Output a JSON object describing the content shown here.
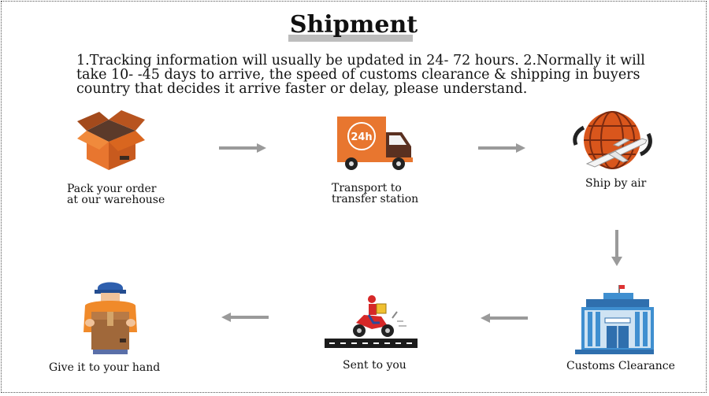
{
  "title": "Shipment",
  "intro": "1.Tracking information will usually be updated in 24- 72 hours. 2.Normally it will take 10- -45 days to arrive, the speed of customs clearance & shipping in buyers country that decides it arrive faster or delay, please understand.",
  "steps": [
    {
      "icon": "open-box-icon",
      "label": "Pack your order at our warehouse"
    },
    {
      "icon": "delivery-truck-icon",
      "badge": "24h",
      "label": "Transport to transfer station"
    },
    {
      "icon": "globe-plane-icon",
      "label": "Ship by air"
    },
    {
      "icon": "customs-building-icon",
      "label": "Customs Clearance"
    },
    {
      "icon": "scooter-courier-icon",
      "label": "Sent to you"
    },
    {
      "icon": "person-holding-box-icon",
      "label": "Give it to your hand"
    }
  ],
  "colors": {
    "orange": "#e8762f",
    "dark_orange": "#c85a1e",
    "arrow_gray": "#9a9a9a",
    "highlight_gray": "#bdbdbd",
    "building_blue": "#3f8fd0"
  }
}
